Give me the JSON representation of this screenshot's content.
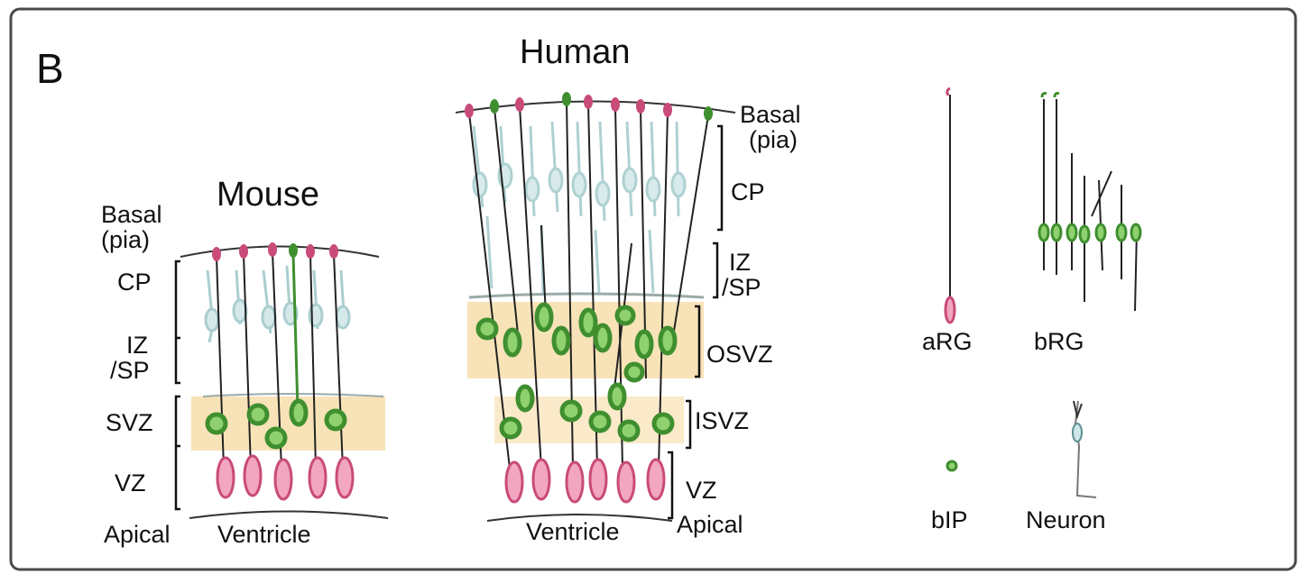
{
  "panel_label": "B",
  "colors": {
    "frame": "#4a4a4a",
    "radial_glia_pink": "#c94b7a",
    "radial_glia_fill": "#f2a6c0",
    "progenitor_green": "#3f8f2f",
    "progenitor_fill": "#8fd16f",
    "neuron_teal": "#9cc6c8",
    "zone_highlight": "#f6dca6",
    "fiber": "#222222"
  },
  "mouse": {
    "title": "Mouse",
    "basal": "Basal",
    "pia": "(pia)",
    "zones": {
      "cp": "CP",
      "iz": "IZ",
      "sp": "/SP",
      "svz": "SVZ",
      "vz": "VZ"
    },
    "apical": "Apical",
    "ventricle": "Ventricle"
  },
  "human": {
    "title": "Human",
    "basal": "Basal",
    "pia": "(pia)",
    "zones": {
      "cp": "CP",
      "iz": "IZ",
      "sp": "/SP",
      "osvz": "OSVZ",
      "isvz": "ISVZ",
      "vz": "VZ"
    },
    "apical": "Apical",
    "ventricle": "Ventricle"
  },
  "legend": {
    "arg": "aRG",
    "brg": "bRG",
    "bip": "bIP",
    "neuron": "Neuron"
  }
}
